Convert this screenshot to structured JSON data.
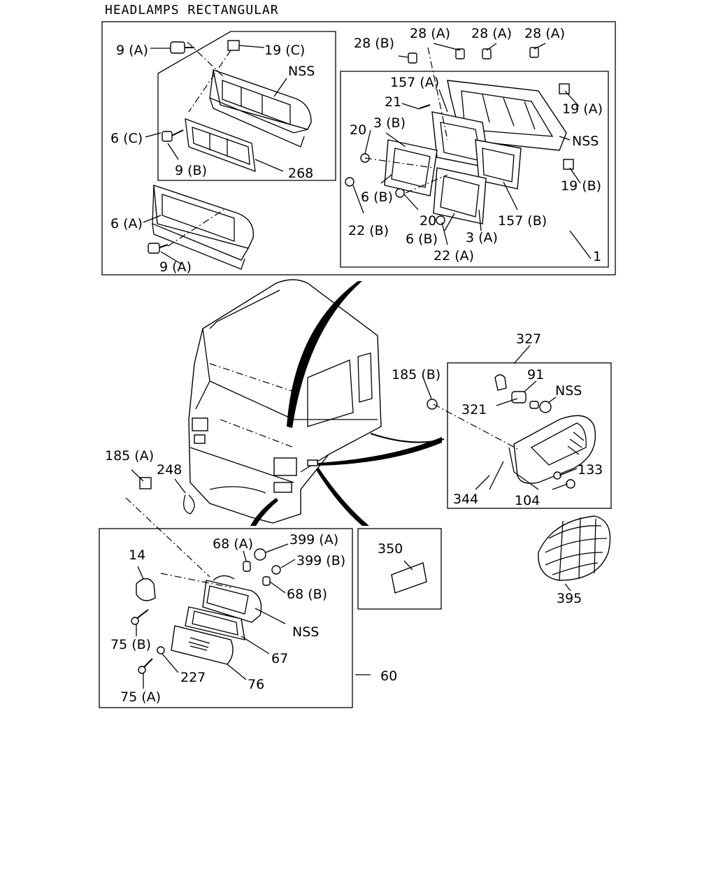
{
  "title": "HEADLAMPS RECTANGULAR",
  "labels": {
    "l_9a_top": "9 (A)",
    "l_19c": "19 (C)",
    "l_nss_lamp_c": "NSS",
    "l_6c": "6 (C)",
    "l_9b": "9 (B)",
    "l_268": "268",
    "l_6a": "6 (A)",
    "l_9a_bottom": "9 (A)",
    "l_28b": "28 (B)",
    "l_28a_1": "28 (A)",
    "l_28a_2": "28 (A)",
    "l_28a_3": "28 (A)",
    "l_157a": "157 (A)",
    "l_21": "21",
    "l_19a": "19 (A)",
    "l_3b": "3 (B)",
    "l_20_top": "20",
    "l_nss_bracket": "NSS",
    "l_19b": "19 (B)",
    "l_6b_left": "6 (B)",
    "l_157b": "157 (B)",
    "l_20_mid": "20",
    "l_22b": "22 (B)",
    "l_6b_right": "6 (B)",
    "l_3a": "3 (A)",
    "l_22a": "22 (A)",
    "l_1": "1",
    "l_327": "327",
    "l_185b": "185 (B)",
    "l_91": "91",
    "l_nss_side": "NSS",
    "l_321": "321",
    "l_133": "133",
    "l_344": "344",
    "l_104": "104",
    "l_185a": "185 (A)",
    "l_248": "248",
    "l_68a": "68 (A)",
    "l_399a": "399 (A)",
    "l_399b": "399 (B)",
    "l_14": "14",
    "l_68b": "68 (B)",
    "l_nss_front": "NSS",
    "l_75b": "75 (B)",
    "l_67": "67",
    "l_227": "227",
    "l_76": "76",
    "l_75a": "75 (A)",
    "l_60": "60",
    "l_350": "350",
    "l_395": "395"
  }
}
